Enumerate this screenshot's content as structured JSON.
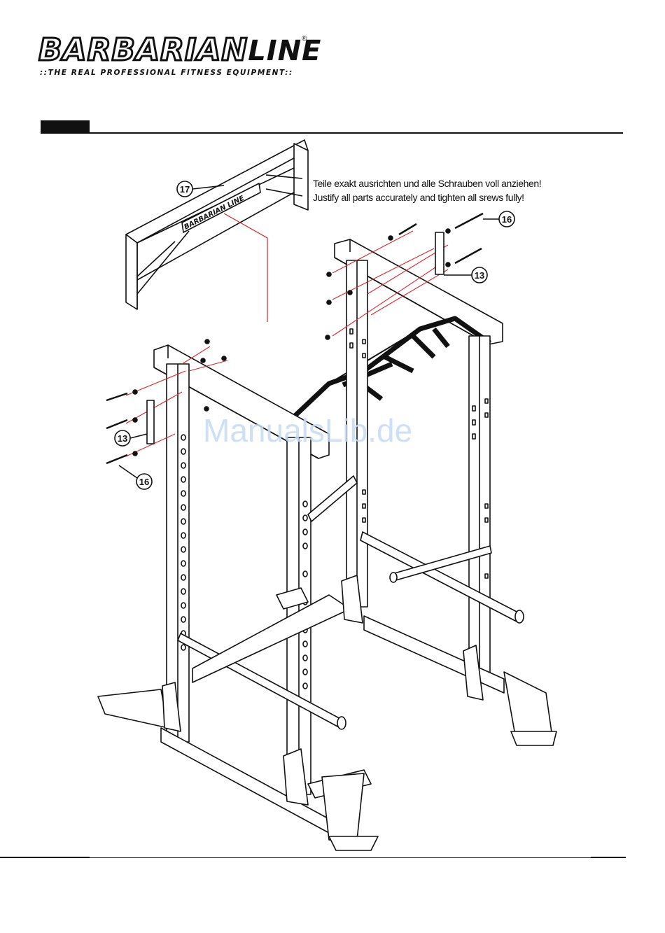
{
  "brand": {
    "name_part1": "BARBARIAN",
    "name_part2": "LINE",
    "registered": "®",
    "tagline": "::THE REAL PROFESSIONAL FITNESS EQUIPMENT::"
  },
  "instructions": {
    "line_de": "Teile exakt ausrichten und alle Schrauben voll anziehen!",
    "line_en": "Justify all parts accurately and tighten all srews fully!"
  },
  "callouts": [
    "17",
    "16",
    "13",
    "13",
    "16"
  ],
  "watermark": "ManualsLib.de",
  "colors": {
    "ink": "#111111",
    "assembly_line": "#d9262b",
    "watermark": "#c7daf3"
  }
}
